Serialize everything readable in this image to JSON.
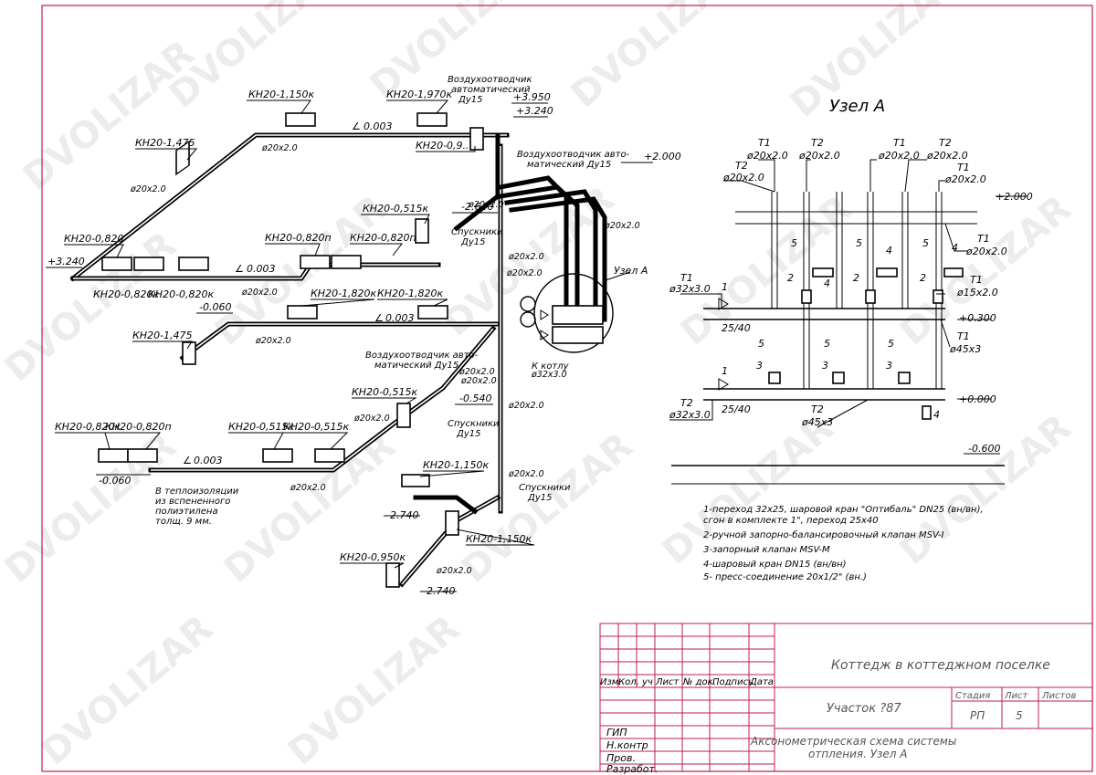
{
  "watermark": "DVOLIZAR",
  "node_title": "Узел А",
  "axon_labels": {
    "r1": "КН20-1,150к",
    "r2": "КН20-1,970к",
    "r3": "КН20-1,475",
    "r4": "КН20-0,515к",
    "r5": "КН20-0,820",
    "r6": "КН20-0,820п",
    "r7": "КН20-0,820к",
    "r8": "КН20-0,820п",
    "r9": "КН20-0,820к",
    "r10": "КН20-1,820к",
    "r11": "КН20-1,820к",
    "r12": "КН20-1,475",
    "r13": "КН20-0,515к",
    "r14": "КН20-0,820к",
    "r15": "КН20-0,820п",
    "r16": "КН20-0,515к",
    "r17": "КН20-0,515к",
    "r18": "КН20-1,150к",
    "r19": "КН20-1,150к",
    "r20": "КН20-0,950к",
    "r21": "КН20-0,9..."
  },
  "pipe_labels": {
    "p1": "ø20x2.0",
    "p2": "ø20x2.0",
    "p3": "ø20x2.0",
    "p4": "ø20x2.0",
    "p5": "ø20x2.0",
    "p6": "ø20x2.0",
    "p7": "ø20x2.0",
    "p8": "ø20x2.0",
    "p9": "ø20x2.0",
    "p10": "ø20x2.0",
    "p11": "ø20x2.0",
    "p12": "ø20x2.0",
    "p13": "ø20x2.0",
    "p14": "ø20x2.0",
    "p15": "ø20x2.0",
    "p16": "ø32x3.0"
  },
  "slopes": {
    "s1": "0.003",
    "s2": "0.003",
    "s3": "0.003",
    "s4": "0.003"
  },
  "elevations": {
    "e1": "+3.950",
    "e2": "+3.240",
    "e3": "+2.000",
    "e4": "-2.640",
    "e5": "+3.240",
    "e6": "-0.060",
    "e7": "-0.540",
    "e8": "-0.060",
    "e9": "-2.740",
    "e10": "-2.740"
  },
  "notes": {
    "air1a": "Воздухоотводчик",
    "air1b": "автоматический",
    "air1c": "Ду15",
    "air2a": "Воздухоотводчик авто-",
    "air2b": "матический Ду15",
    "air3a": "Воздухоотводчик авто-",
    "air3b": "матический Ду15",
    "drain1a": "Спускники",
    "drain1b": "Ду15",
    "drain2a": "Спускники",
    "drain2b": "Ду15",
    "drain3a": "Спускники",
    "drain3b": "Ду15",
    "uzel": "Узел А",
    "boiler": "К котлу",
    "ins1": "В теплоизоляции",
    "ins2": "из вспененного",
    "ins3": "полиэтилена",
    "ins4": "толщ. 9 мм."
  },
  "node": {
    "t1": "Т1",
    "t2": "Т2",
    "d20": "ø20x2.0",
    "e_2000": "+2.000",
    "e_0300": "+0.300",
    "e_0000": "+0.000",
    "e_0600": "-0.600",
    "d32": "ø32x3.0",
    "d45": "ø45x3",
    "d15": "ø15x2.0",
    "r2540": "25/40",
    "n1": "1",
    "n2": "2",
    "n3": "3",
    "n4": "4",
    "n5": "5"
  },
  "legend": [
    "1-переход 32x25, шаровой кран \"Оптибаль\" DN25 (вн/вн),",
    "сгон в комплекте 1\", переход 25x40",
    "2-ручной запорно-балансировочный клапан MSV-I",
    "3-запорный клапан MSV-M",
    "4-шаровый кран DN15 (вн/вн)",
    "5- пресс-соединение 20x1/2\" (вн.)"
  ],
  "title_block": {
    "project": "Коттедж в коттеджном поселке",
    "site": "Участок ?87",
    "stage_h": "Стадия",
    "sheet_h": "Лист",
    "sheets_h": "Листов",
    "stage": "РП",
    "sheet": "5",
    "title1": "Аксонометрическая схема системы",
    "title2": "отпления. Узел А",
    "h_izm": "Изм.",
    "h_kol": "Кол. уч",
    "h_list": "Лист",
    "h_doc": "№ док.",
    "h_sign": "Подпись",
    "h_date": "Дата",
    "gip": "ГИП",
    "nkontr": "Н.контр",
    "prov": "Пров.",
    "razrab": "Разработ."
  },
  "colors": {
    "frame": "#c2185b",
    "ink": "#000000",
    "watermark": "#d6d6d6"
  }
}
